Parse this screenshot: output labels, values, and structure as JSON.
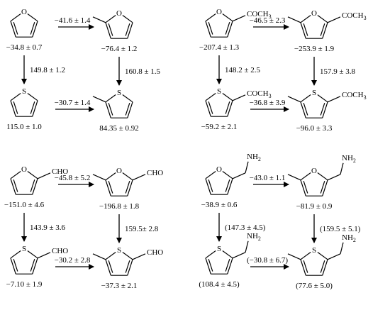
{
  "colors": {
    "ink": "#000000",
    "background": "#ffffff"
  },
  "atoms": {
    "oxygen": "O",
    "sulfur": "S"
  },
  "substituents": {
    "acetyl": "COCH",
    "acetyl_sub": "3",
    "formyl": "CHO",
    "amino": "NH",
    "amino_sub": "2"
  },
  "panels": {
    "parent": {
      "furan": "−34.8 ± 0.7",
      "methylfuran": "−76.4 ± 1.2",
      "thiophene": "115.0 ± 1.0",
      "methylthiophene": "84.35 ± 0.92",
      "arrow_methylation_furan": "−41.6 ± 1.4",
      "arrow_methylation_thiophene": "−30.7 ± 1.4",
      "arrow_o_to_s": "149.8 ± 1.2",
      "arrow_o_to_s_methyl": "160.8 ± 1.5"
    },
    "acetyl": {
      "furan": "−207.4 ± 1.3",
      "methylfuran": "−253.9 ± 1.9",
      "thiophene": "−59.2 ± 2.1",
      "methylthiophene": "−96.0 ± 3.3",
      "arrow_methylation_furan": "−46.5 ± 2.3",
      "arrow_methylation_thiophene": "−36.8 ± 3.9",
      "arrow_o_to_s": "148.2 ± 2.5",
      "arrow_o_to_s_methyl": "157.9 ± 3.8"
    },
    "formyl": {
      "furan": "−151.0 ± 4.6",
      "methylfuran": "−196.8 ± 1.8",
      "thiophene": "−7.10 ± 1.9",
      "methylthiophene": "−37.3 ± 2.1",
      "arrow_methylation_furan": "−45.8 ± 5.2",
      "arrow_methylation_thiophene": "−30.2 ± 2.8",
      "arrow_o_to_s": "143.9 ± 3.6",
      "arrow_o_to_s_methyl": "159.5± 2.8"
    },
    "aminomethyl": {
      "furan": "−38.9 ± 0.6",
      "methylfuran": "−81.9 ± 0.9",
      "thiophene": "(108.4 ± 4.5)",
      "methylthiophene": "(77.6 ± 5.0)",
      "arrow_methylation_furan": "−43.0 ± 1.1",
      "arrow_methylation_thiophene": "(−30.8 ± 6.7)",
      "arrow_o_to_s": "(147.3 ± 4.5)",
      "arrow_o_to_s_methyl": "(159.5 ± 5.1)"
    }
  }
}
